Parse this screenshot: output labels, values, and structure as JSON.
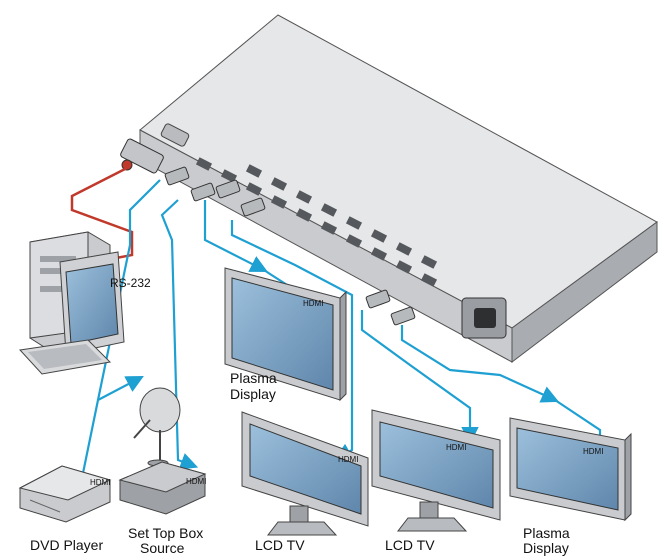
{
  "colors": {
    "hdmi_cable": "#1fa0d2",
    "rs232_cable": "#c0392b",
    "device_body": "#c9cbce",
    "device_top": "#e6e7e9",
    "screen": "#7fa6c8"
  },
  "labels": {
    "rs232": "RS-232",
    "hdmi": "HDMI",
    "dvd_player": "DVD Player",
    "set_top_box_line1": "Set Top Box",
    "set_top_box_line2": "Source",
    "plasma_display_line1": "Plasma",
    "plasma_display_line2": "Display",
    "lcd_tv": "LCD TV"
  },
  "icons": [
    "matrix-switcher-icon",
    "pc-computer-icon",
    "dvd-player-icon",
    "satellite-dish-icon",
    "set-top-box-icon",
    "plasma-display-icon",
    "lcd-tv-icon"
  ]
}
